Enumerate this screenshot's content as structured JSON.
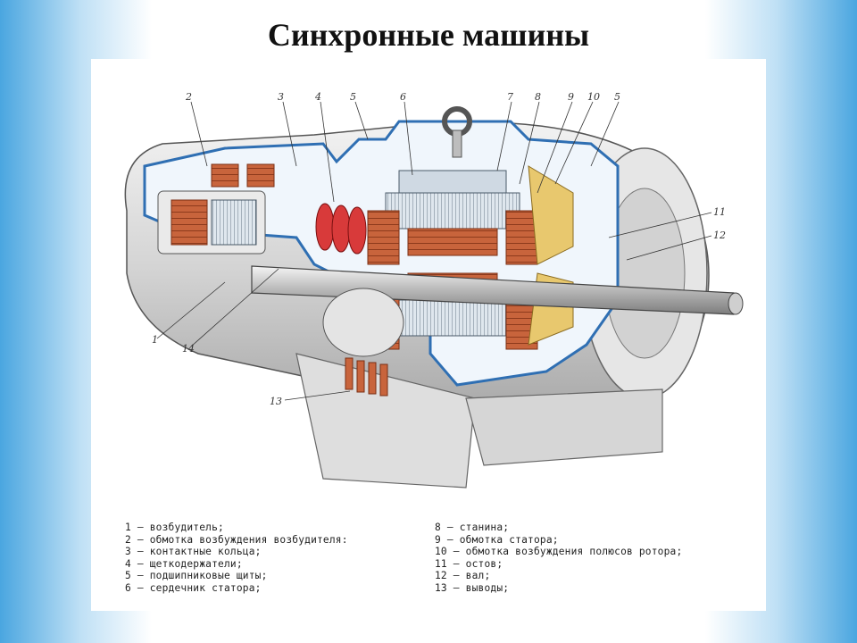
{
  "slide": {
    "title": "Синхронные машины"
  },
  "callouts": [
    "2",
    "3",
    "4",
    "5",
    "6",
    "7",
    "8",
    "9",
    "10",
    "5",
    "11",
    "12",
    "1",
    "14",
    "13"
  ],
  "legend": {
    "left": [
      "1 – возбудитель;",
      "2 – обмотка возбуждения возбудителя:",
      "3 – контактные кольца;",
      "4 – щеткодержатели;",
      "5 – подшипниковые щиты;",
      "6 – сердечник статора;"
    ],
    "right": [
      "8 – станина;",
      "9 – обмотка статора;",
      "10 – обмотка возбуждения полюсов ротора;",
      "11 – остов;",
      "12 – вал;",
      "13 – выводы;"
    ]
  },
  "colors": {
    "casing_outline": "#2f6fb3",
    "winding": "#c8643c",
    "rings": "#d83a3a",
    "insulation": "#e8c86e"
  }
}
